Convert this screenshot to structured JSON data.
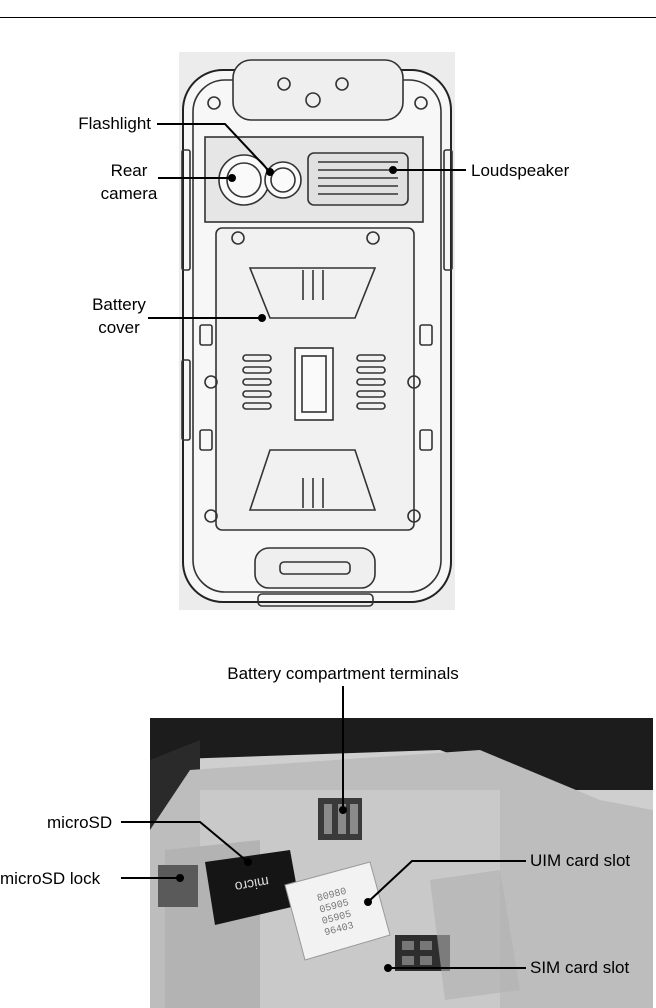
{
  "figure_top": {
    "labels": {
      "flashlight": "Flashlight",
      "rear_camera_1": "Rear",
      "rear_camera_2": "camera",
      "loudspeaker": "Loudspeaker",
      "battery_cover_1": "Battery",
      "battery_cover_2": "cover"
    }
  },
  "figure_bottom": {
    "labels": {
      "terminals": "Battery compartment terminals",
      "microsd": "microSD",
      "microsd_lock": "microSD lock",
      "uim_slot": "UIM card slot",
      "sim_slot": "SIM card slot"
    },
    "sim_card_text": [
      "80980",
      "05905",
      "05905",
      "96403"
    ],
    "microsd_card_text": "micro"
  }
}
